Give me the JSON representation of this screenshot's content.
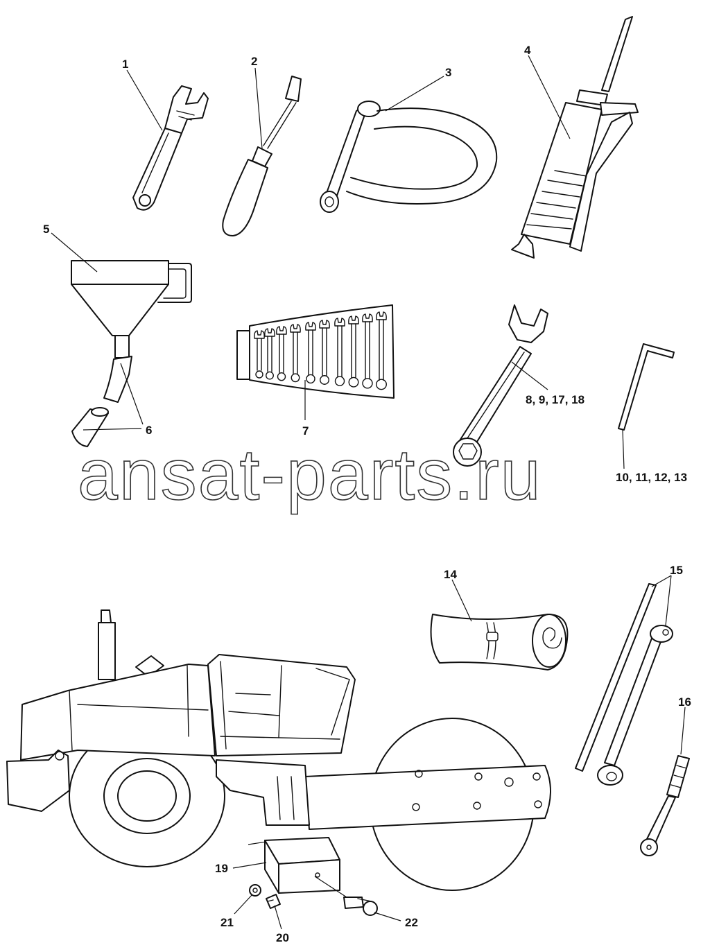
{
  "watermark": "ansat-parts.ru",
  "callouts": {
    "c1": "1",
    "c2": "2",
    "c3": "3",
    "c4": "4",
    "c5": "5",
    "c6": "6",
    "c7": "7",
    "c8": "8, 9, 17, 18",
    "c10": "10, 11, 12, 13",
    "c14": "14",
    "c15": "15",
    "c16": "16",
    "c19": "19",
    "c20": "20",
    "c21": "21",
    "c22": "22"
  }
}
